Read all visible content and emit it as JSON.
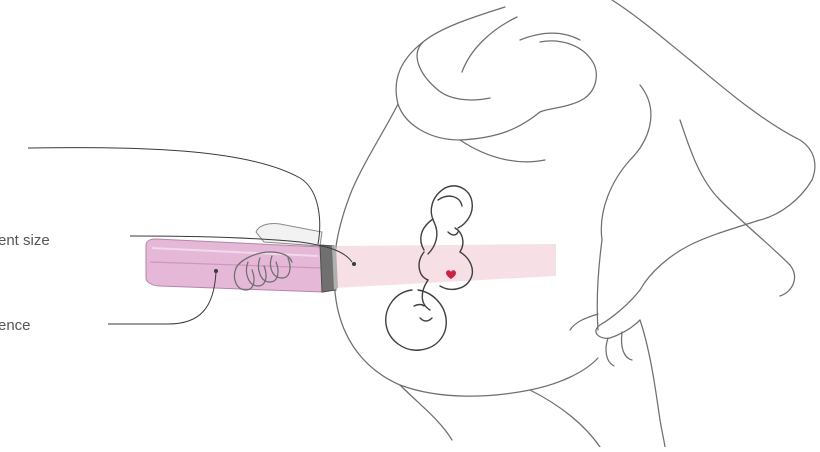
{
  "labels": {
    "top_callout": "",
    "size_callout": "ent size",
    "reference_callout": "ence"
  },
  "colors": {
    "device_pink": "#e6b8d8",
    "device_pink_dark": "#cf95bf",
    "beam_pink": "#f6dde2",
    "heart_red": "#cc2244",
    "line": "#6f6f6f"
  },
  "icons": {
    "body": "pregnant-woman-outline",
    "baby": "fetus-outline",
    "device": "handheld-scanner"
  }
}
